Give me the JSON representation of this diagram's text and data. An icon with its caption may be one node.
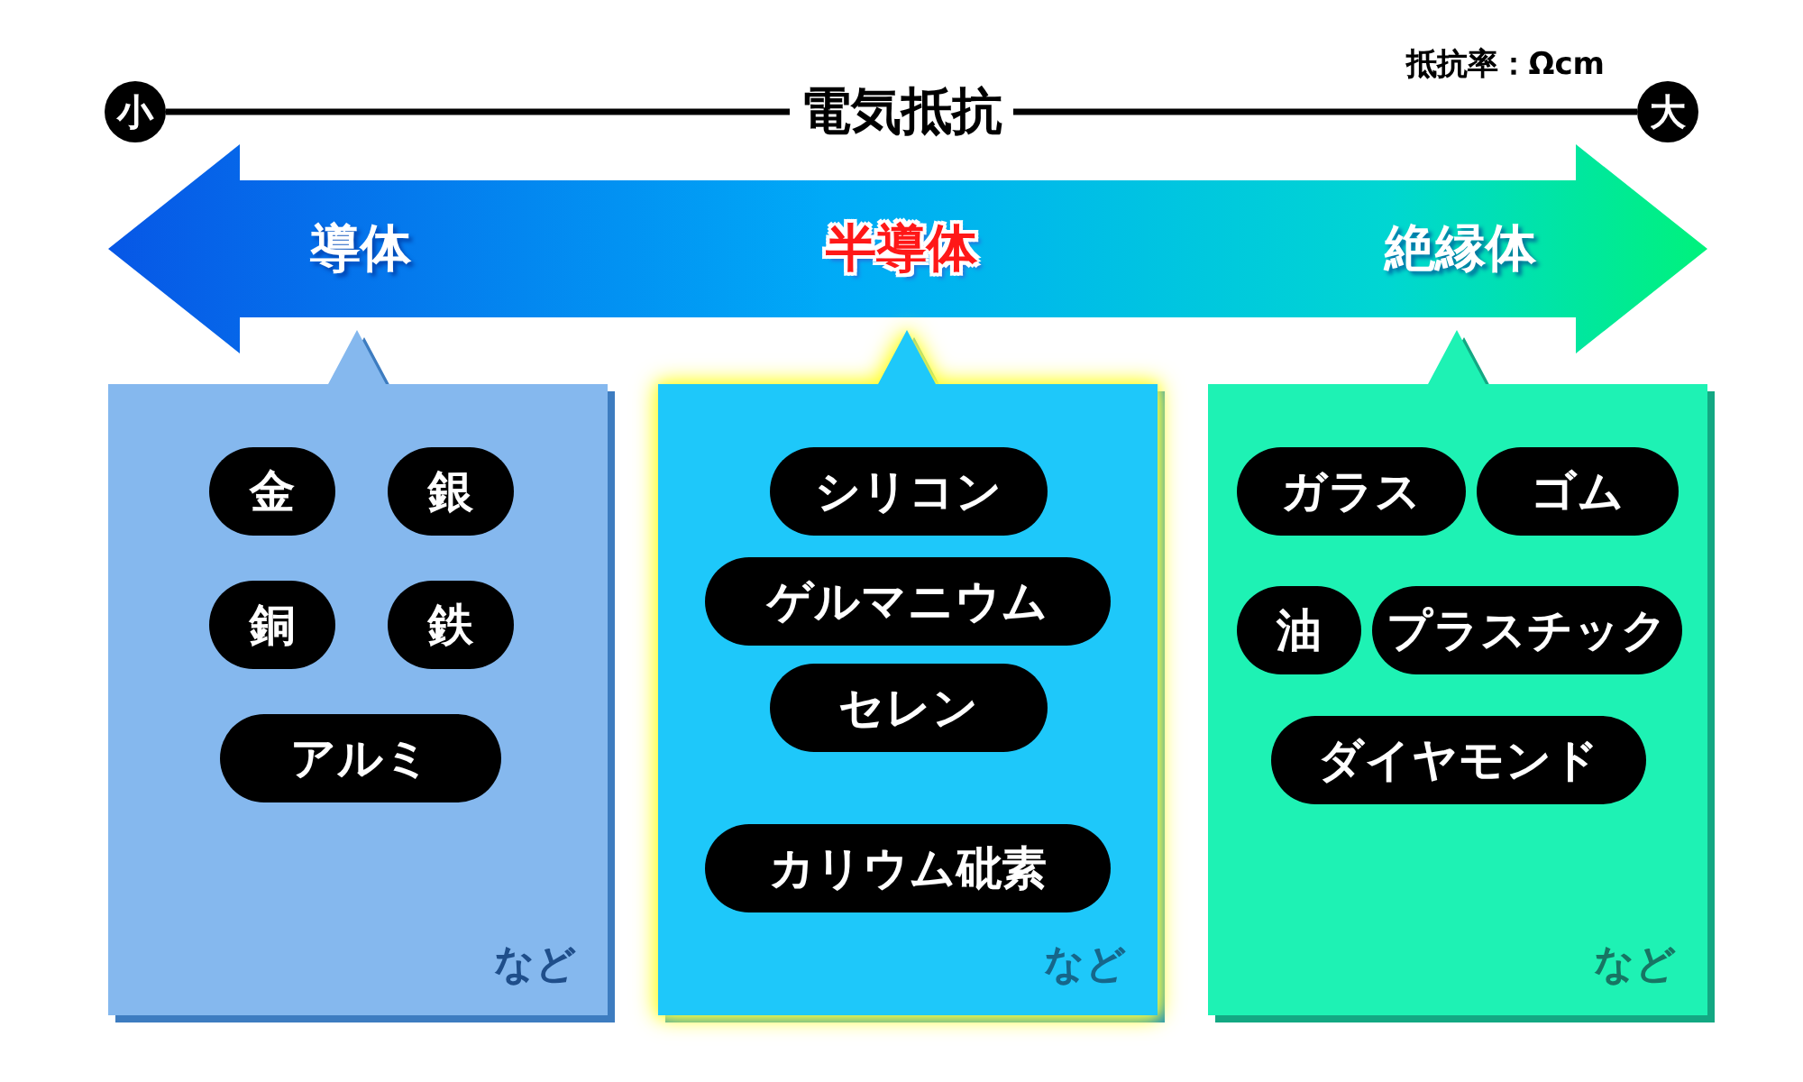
{
  "diagram": {
    "nodes": [
      {
        "text": [
          "小"
        ]
      },
      {
        "text": [
          "大"
        ]
      },
      {
        "text": [],
        "shape": "arrow"
      },
      {
        "text": [
          "導体"
        ],
        "in": 2
      },
      {
        "text": [
          "半導体"
        ],
        "in": 2
      },
      {
        "text": [
          "絶縁体"
        ],
        "in": 2
      },
      {
        "text": [
          "など"
        ]
      },
      {
        "text": [
          "金"
        ],
        "in": 6
      },
      {
        "text": [
          "銀"
        ],
        "in": 6
      },
      {
        "text": [
          "銅"
        ],
        "in": 6
      },
      {
        "text": [
          "鉄"
        ],
        "in": 6
      },
      {
        "text": [
          "アルミ"
        ],
        "in": 6
      },
      {
        "text": [
          "など"
        ]
      },
      {
        "text": [
          "シリコン"
        ],
        "in": 12
      },
      {
        "text": [
          "ゲルマニウム"
        ],
        "in": 12
      },
      {
        "text": [
          "セレン"
        ],
        "in": 12
      },
      {
        "text": [
          "カリウム砒素"
        ],
        "in": 12
      },
      {
        "text": [
          "など"
        ]
      },
      {
        "text": [
          "ガラス"
        ],
        "in": 17
      },
      {
        "text": [
          "ゴム"
        ],
        "in": 17
      },
      {
        "text": [
          "油"
        ],
        "in": 17
      },
      {
        "text": [
          "プラスチック"
        ],
        "in": 17
      },
      {
        "text": [
          "ダイヤモンド"
        ],
        "in": 17
      }
    ],
    "edges": [
      {
        "from": 0,
        "to": 1,
        "arrow": "none",
        "label": "電気抵抗"
      }
    ],
    "labels": [
      "抵抗率：Ωcm"
    ]
  }
}
